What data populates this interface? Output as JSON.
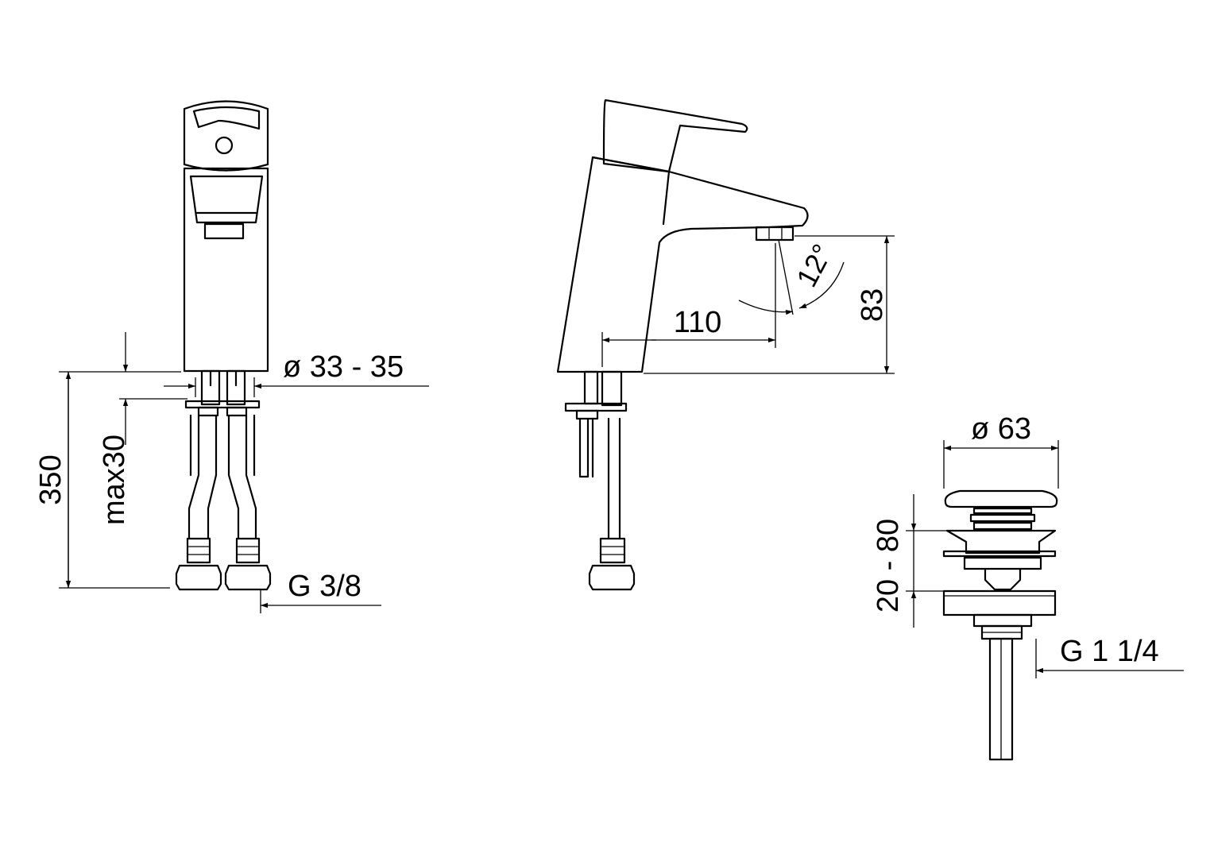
{
  "drawing": {
    "line_color": "#000000",
    "background": "#ffffff"
  },
  "front_view": {
    "dim_hole_diameter": "ø 33 - 35",
    "dim_height": "350",
    "dim_max_thickness": "max30",
    "dim_connection": "G 3/8"
  },
  "side_view": {
    "dim_projection": "110",
    "dim_spout_height": "83",
    "dim_angle": "12°"
  },
  "waste_valve": {
    "dim_diameter": "ø 63",
    "dim_stroke": "20 - 80",
    "dim_thread": "G 1 1/4"
  }
}
